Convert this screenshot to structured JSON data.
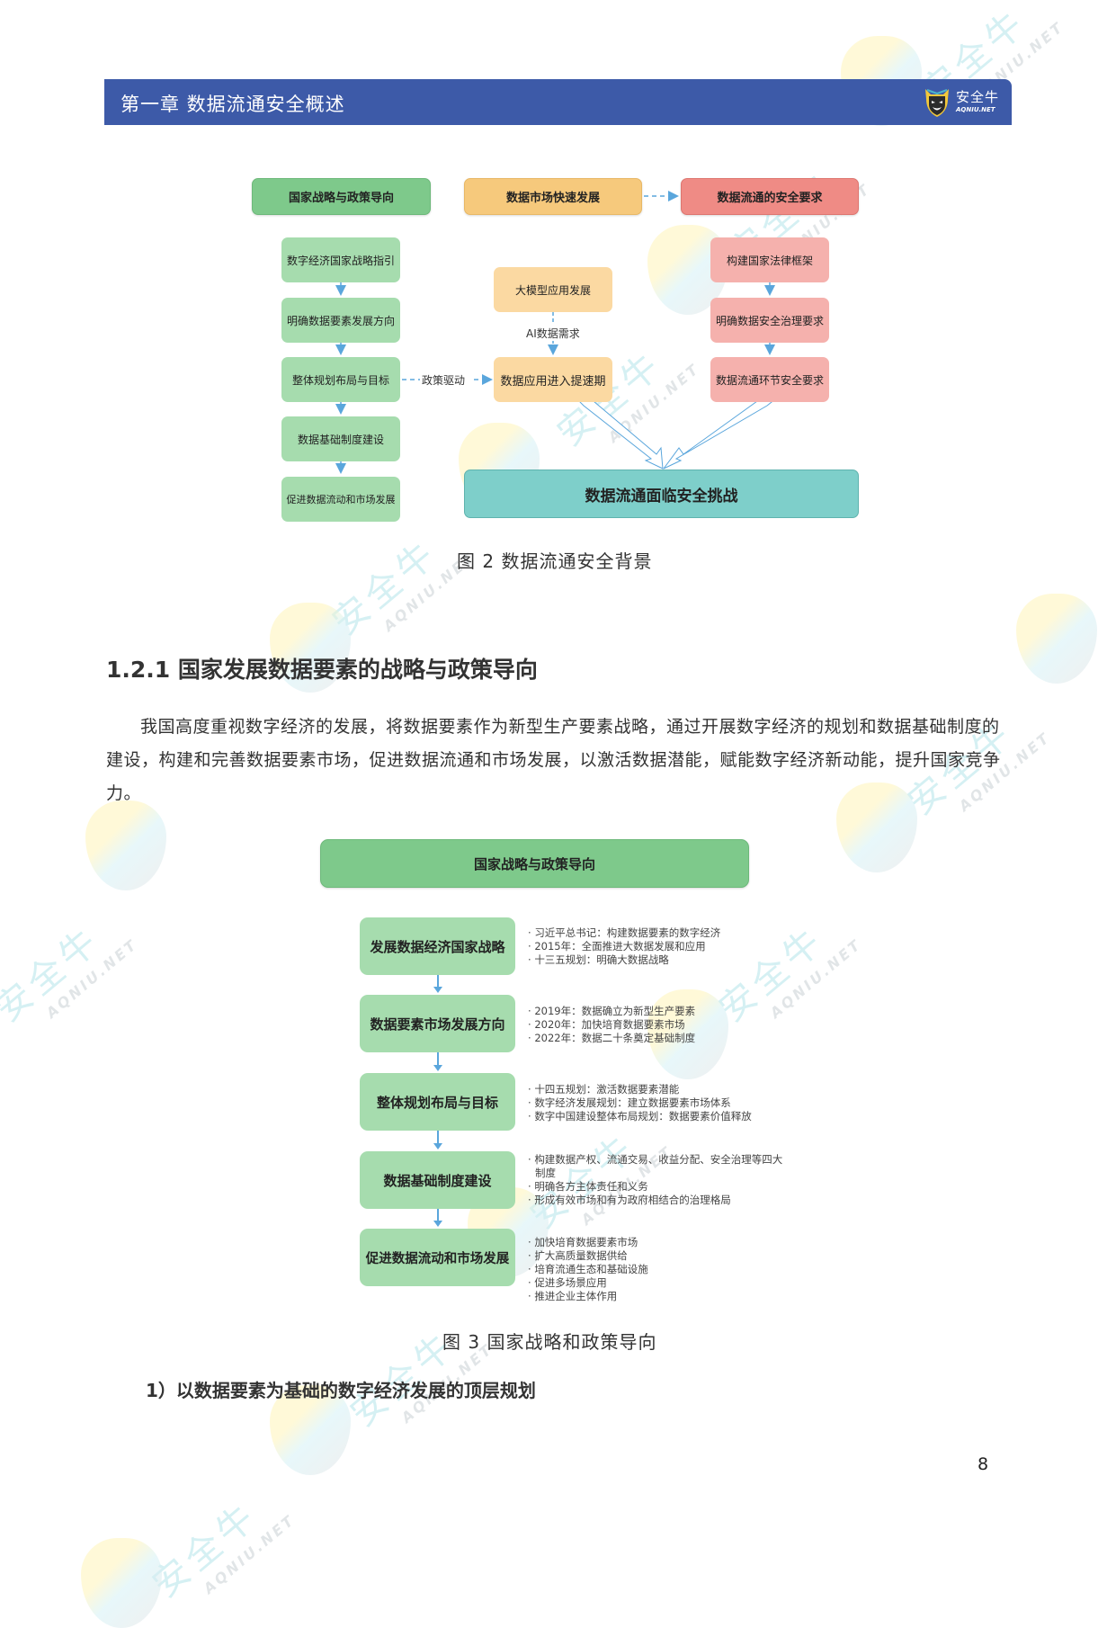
{
  "header": {
    "chapter_title": "第一章  数据流通安全概述",
    "logo_cn": "安全牛",
    "logo_en": "AQNIU.NET",
    "band_color": "#3d5aa8"
  },
  "figure2": {
    "columns": {
      "policy": {
        "header": "国家战略与政策导向",
        "items": [
          "数字经济国家战略指引",
          "明确数据要素发展方向",
          "整体规划布局与目标",
          "数据基础制度建设",
          "促进数据流动和市场发展"
        ]
      },
      "market": {
        "header": "数据市场快速发展",
        "items": [
          "大模型应用发展",
          "数据应用进入提速期"
        ],
        "edge_label": "AI数据需求"
      },
      "security": {
        "header": "数据流通的安全要求",
        "items": [
          "构建国家法律框架",
          "明确数据安全治理要求",
          "数据流通环节安全要求"
        ]
      }
    },
    "policy_edge_label": "政策驱动",
    "result": "数据流通面临安全挑战",
    "caption": "图 2  数据流通安全背景",
    "colors": {
      "green": "#7ec98b",
      "orange": "#f6c97c",
      "red": "#ef8b85",
      "teal": "#7ecfca",
      "arrow": "#5aa6dc"
    }
  },
  "section": {
    "heading": "1.2.1  国家发展数据要素的战略与政策导向",
    "paragraph": "我国高度重视数字经济的发展，将数据要素作为新型生产要素战略，通过开展数字经济的规划和数据基础制度的建设，构建和完善数据要素市场，促进数据流通和市场发展，以激活数据潜能，赋能数字经济新动能，提升国家竞争力。"
  },
  "figure3": {
    "header": "国家战略与政策导向",
    "steps": [
      {
        "title": "发展数据经济国家战略",
        "bullets": [
          "习近平总书记：构建数据要素的数字经济",
          "2015年：全面推进大数据发展和应用",
          "十三五规划：明确大数据战略"
        ]
      },
      {
        "title": "数据要素市场发展方向",
        "bullets": [
          "2019年：数据确立为新型生产要素",
          "2020年：加快培育数据要素市场",
          "2022年：数据二十条奠定基础制度"
        ]
      },
      {
        "title": "整体规划布局与目标",
        "bullets": [
          "十四五规划：激活数据要素潜能",
          "数字经济发展规划：建立数据要素市场体系",
          "数字中国建设整体布局规划：数据要素价值释放"
        ]
      },
      {
        "title": "数据基础制度建设",
        "bullets": [
          "构建数据产权、流通交易、收益分配、安全治理等四大制度",
          "明确各方主体责任和义务",
          "形成有效市场和有为政府相结合的治理格局"
        ]
      },
      {
        "title": "促进数据流动和市场发展",
        "bullets": [
          "加快培育数据要素市场",
          "扩大高质量数据供给",
          "培育流通生态和基础设施",
          "促进多场景应用",
          "推进企业主体作用"
        ]
      }
    ],
    "caption": "图 3   国家战略和政策导向"
  },
  "subheading": "1）以数据要素为基础的数字经济发展的顶层规划",
  "page_number": "8",
  "watermark": {
    "cn": "安全牛",
    "en": "AQNIU.NET"
  }
}
